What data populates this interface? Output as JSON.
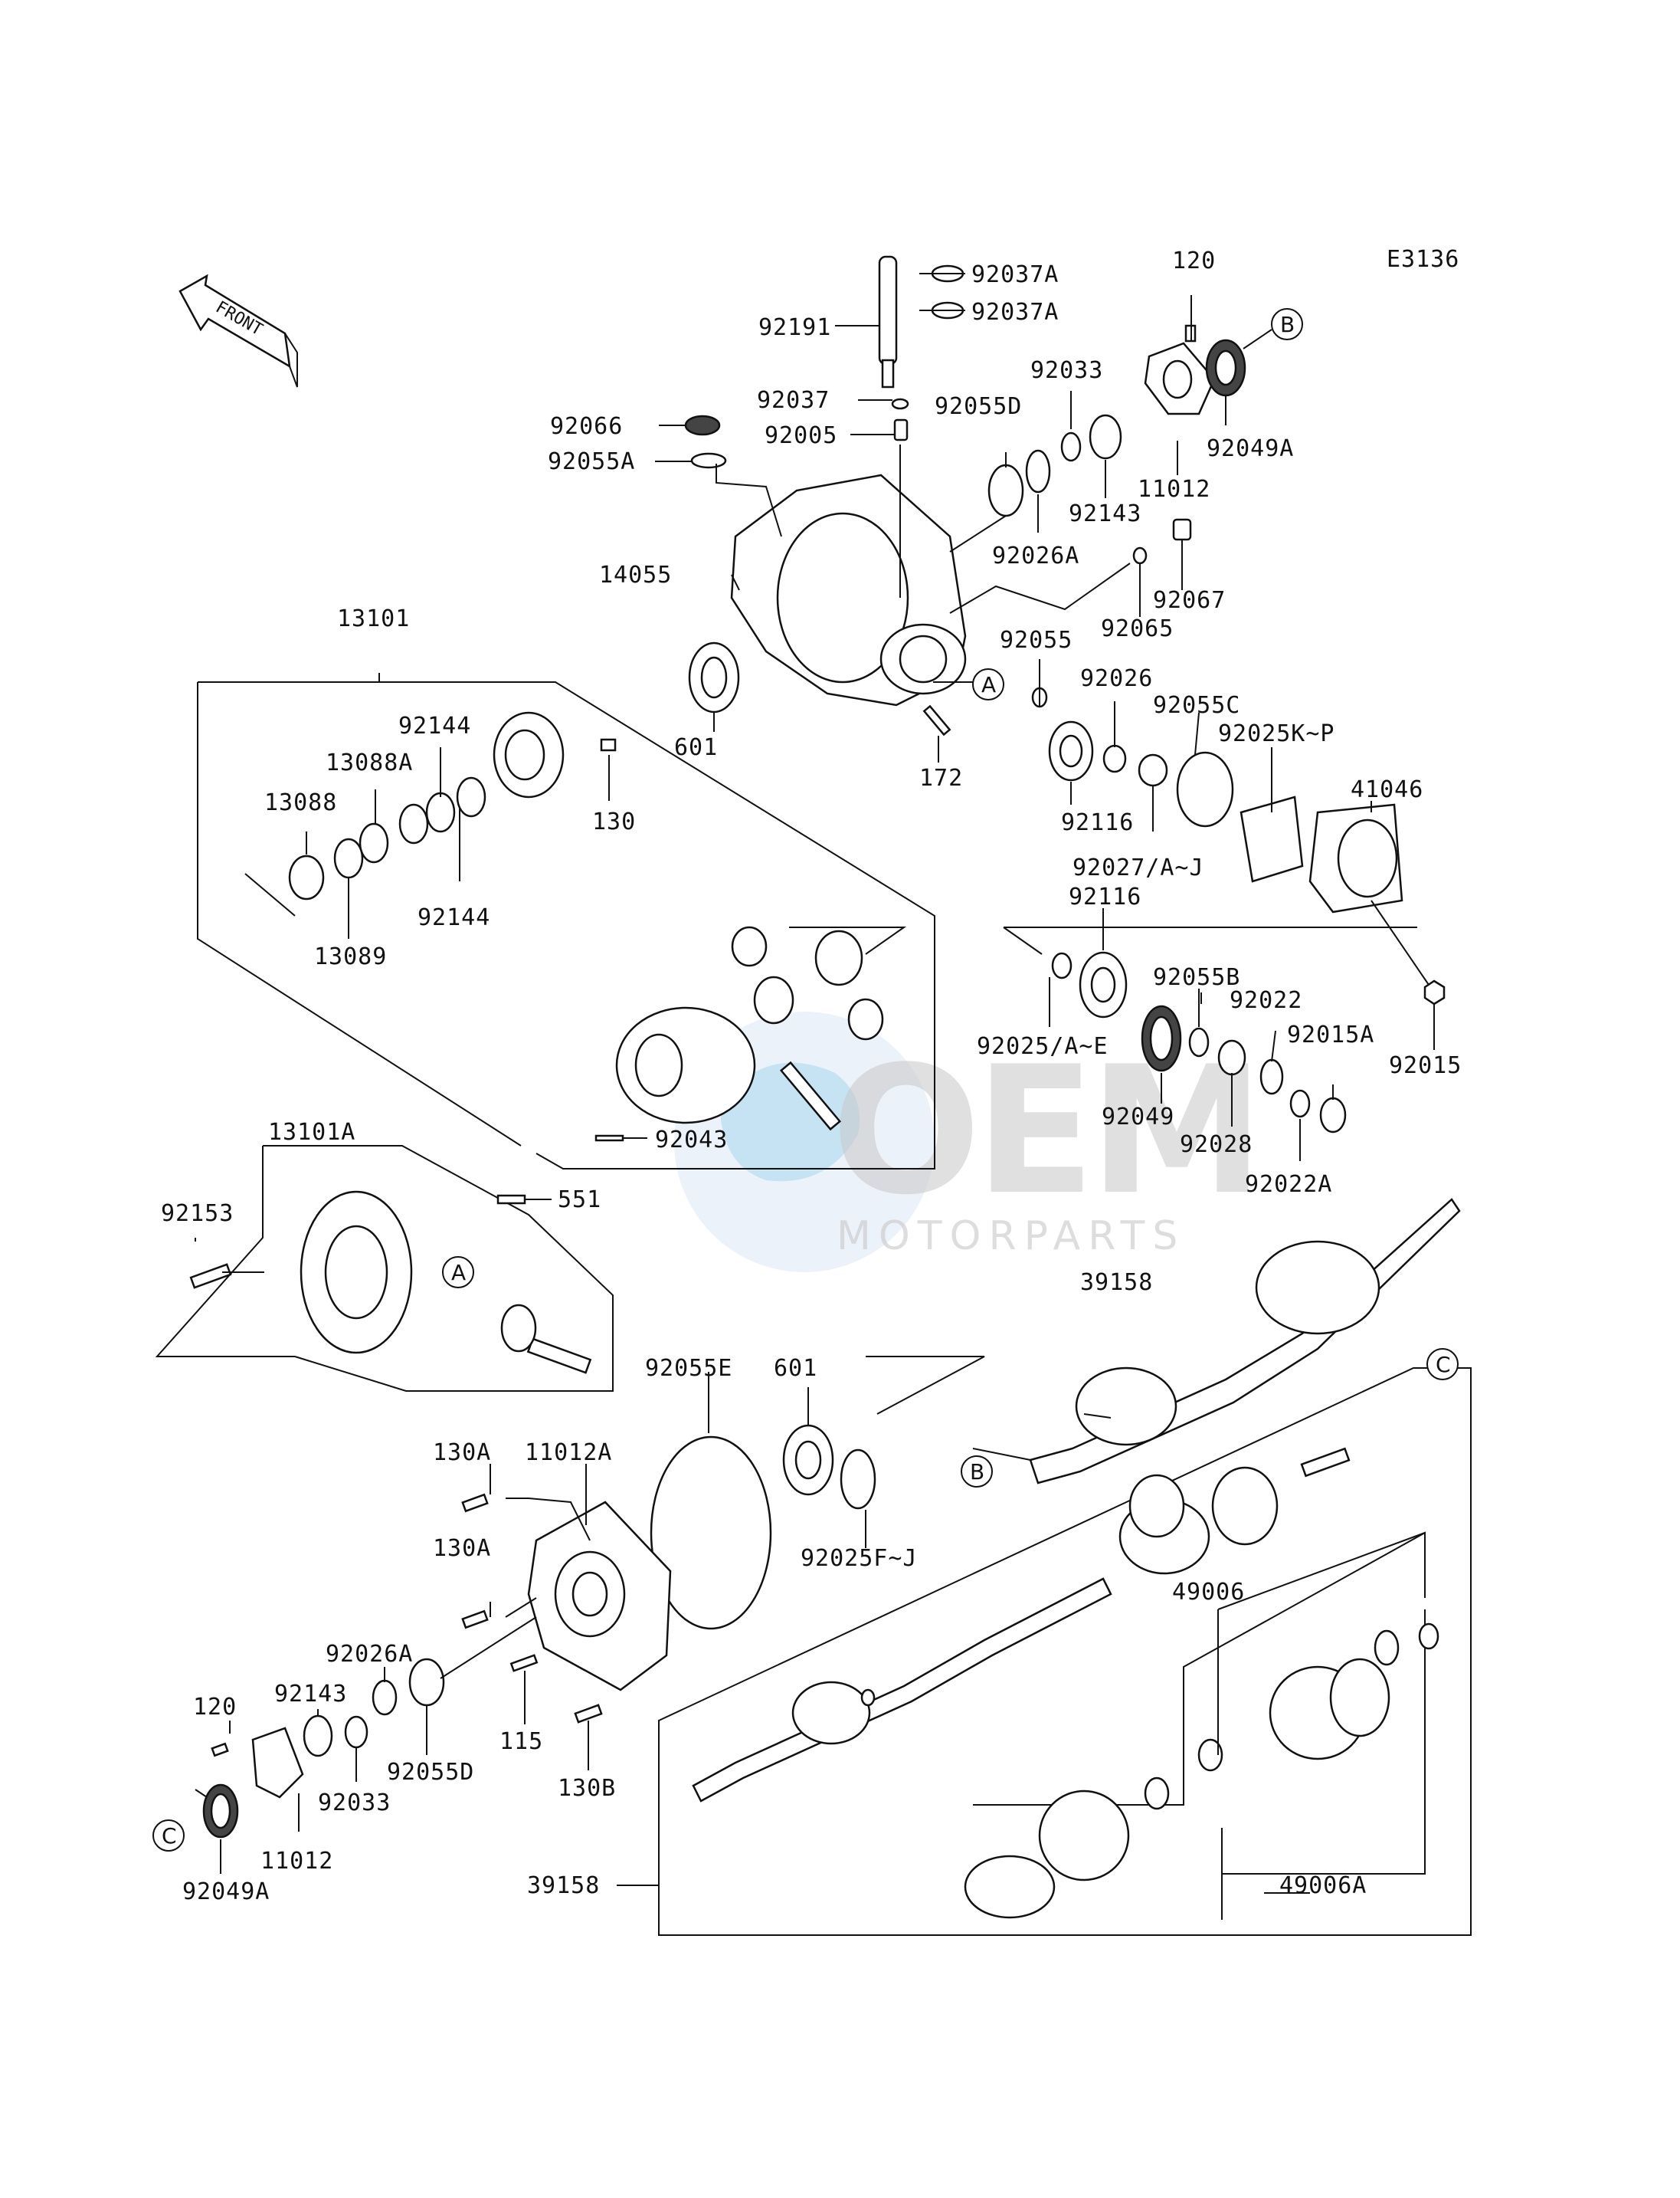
{
  "diagram_code": "E3136",
  "front_arrow": "FRONT",
  "watermark": {
    "logo": "OEM",
    "subtitle": "MOTORPARTS"
  },
  "ref_markers": {
    "a": "A",
    "b": "B",
    "c": "C"
  },
  "labels": {
    "p92037A_1": "92037A",
    "p92037A_2": "92037A",
    "p92191": "92191",
    "p120_top": "120",
    "p92037": "92037",
    "p92033_top": "92033",
    "p92066": "92066",
    "p92055D_top": "92055D",
    "p92005": "92005",
    "p92055A": "92055A",
    "p92049A_top": "92049A",
    "p11012_top": "11012",
    "p92143_top": "92143",
    "p14055": "14055",
    "p92026A_top": "92026A",
    "p92067": "92067",
    "p92065": "92065",
    "p13101": "13101",
    "p92055": "92055",
    "p92026": "92026",
    "p92144_a": "92144",
    "p92055C": "92055C",
    "p601_top": "601",
    "p92025KP": "92025K~P",
    "p13088A": "13088A",
    "p172": "172",
    "p41046": "41046",
    "p13088": "13088",
    "p130": "130",
    "p92116_a": "92116",
    "p92027": "92027/A~J",
    "p92144_b": "92144",
    "p92116_b": "92116",
    "p13089": "13089",
    "p92055B": "92055B",
    "p92022": "92022",
    "p92015A": "92015A",
    "p92025AE": "92025/A~E",
    "p92015": "92015",
    "p13101A": "13101A",
    "p92049": "92049",
    "p92043": "92043",
    "p92028": "92028",
    "p92153": "92153",
    "p551": "551",
    "p92022A": "92022A",
    "p39158_top": "39158",
    "p92055E": "92055E",
    "p601_bot": "601",
    "p130A_1": "130A",
    "p11012A": "11012A",
    "p130A_2": "130A",
    "p92025FJ": "92025F~J",
    "p49006": "49006",
    "p92026A_bot": "92026A",
    "p92143_bot": "92143",
    "p120_bot": "120",
    "p92033_bot": "92033",
    "p92055D_bot": "92055D",
    "p115": "115",
    "p130B": "130B",
    "p11012_bot": "11012",
    "p92049A_bot": "92049A",
    "p39158_bot": "39158",
    "p49006A": "49006A"
  }
}
